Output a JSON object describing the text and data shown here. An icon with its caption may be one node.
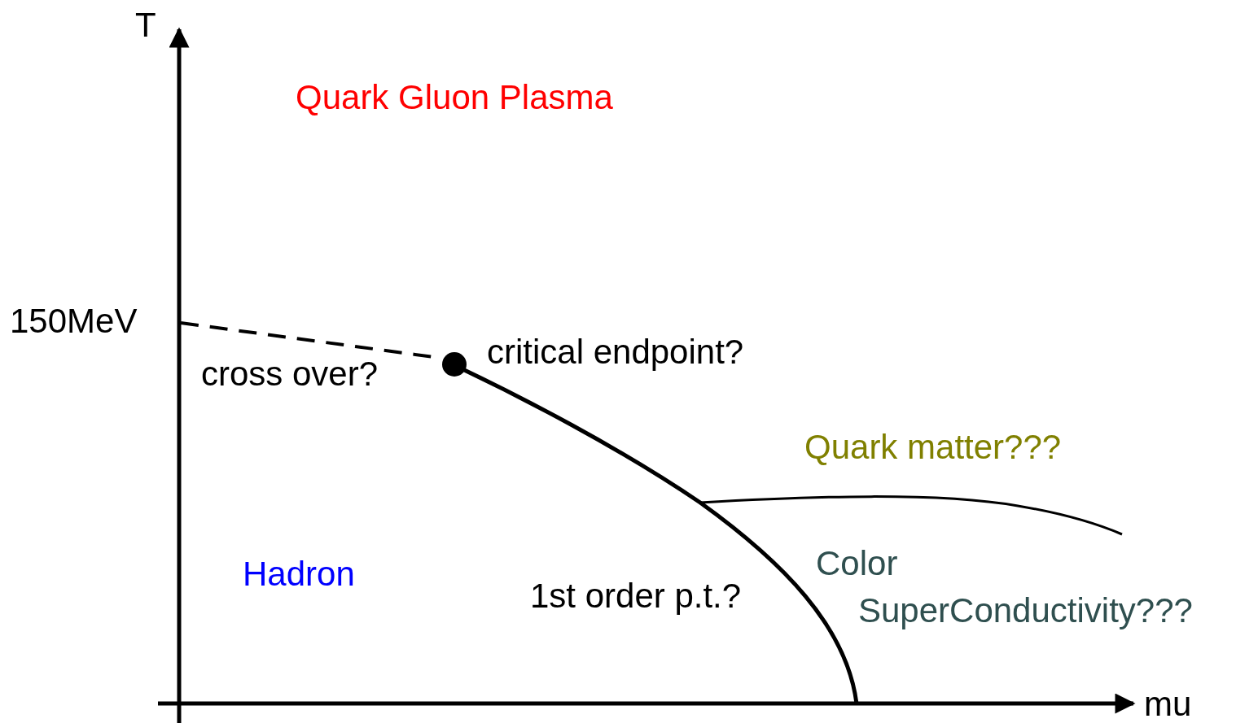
{
  "diagram": {
    "labels": [
      "T",
      "Quark Gluon Plasma",
      "150MeV",
      "critical endpoint?",
      "cross over?",
      "Quark matter???",
      "Hadron",
      "1st order p.t.?",
      "Color SuperConductivity???",
      "mu"
    ]
  }
}
